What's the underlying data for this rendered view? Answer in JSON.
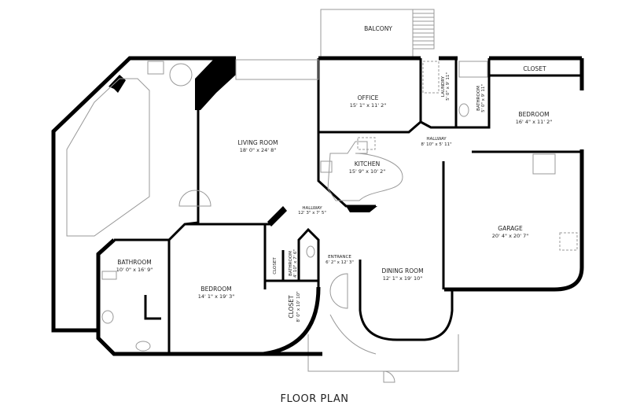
{
  "title": "FLOOR PLAN",
  "rooms": {
    "balcony": {
      "name": "BALCONY"
    },
    "office": {
      "name": "OFFICE",
      "dims": "15' 1\" x 11' 2\""
    },
    "laundry": {
      "name": "LAUNDRY",
      "dims": "5' 0\" x 9' 11\""
    },
    "bathroom_upper": {
      "name": "BATHROOM",
      "dims": "5' 0\" x 9' 11\""
    },
    "closet_upper": {
      "name": "CLOSET"
    },
    "bedroom_right": {
      "name": "BEDROOM",
      "dims": "16' 4\" x 11' 2\""
    },
    "hallway_upper": {
      "name": "HALLWAY",
      "dims": "8' 10\" x 5' 11\""
    },
    "living_room": {
      "name": "LIVING ROOM",
      "dims": "18' 0\" x 24' 8\""
    },
    "kitchen": {
      "name": "KITCHEN",
      "dims": "15' 9\" x 10' 2\""
    },
    "hallway_lower": {
      "name": "HALLWAY",
      "dims": "12' 3\" x 7' 5\""
    },
    "garage": {
      "name": "GARAGE",
      "dims": "20' 4\" x 20' 7\""
    },
    "bathroom_left": {
      "name": "BATHROOM",
      "dims": "10' 0\" x 16' 9\""
    },
    "bedroom_left": {
      "name": "BEDROOM",
      "dims": "14' 1\" x 19' 3\""
    },
    "closet_small": {
      "name": "CLOSET"
    },
    "bathroom_small": {
      "name": "BATHROOM",
      "dims": "4' 10\" x 7' 6\""
    },
    "closet_curved": {
      "name": "CLOSET",
      "dims": "8' 0\" x 10' 10\""
    },
    "entrance": {
      "name": "ENTRANCE",
      "dims": "6' 2\" x 12' 3\""
    },
    "dining_room": {
      "name": "DINING ROOM",
      "dims": "12' 1\" x 19' 10\""
    }
  }
}
